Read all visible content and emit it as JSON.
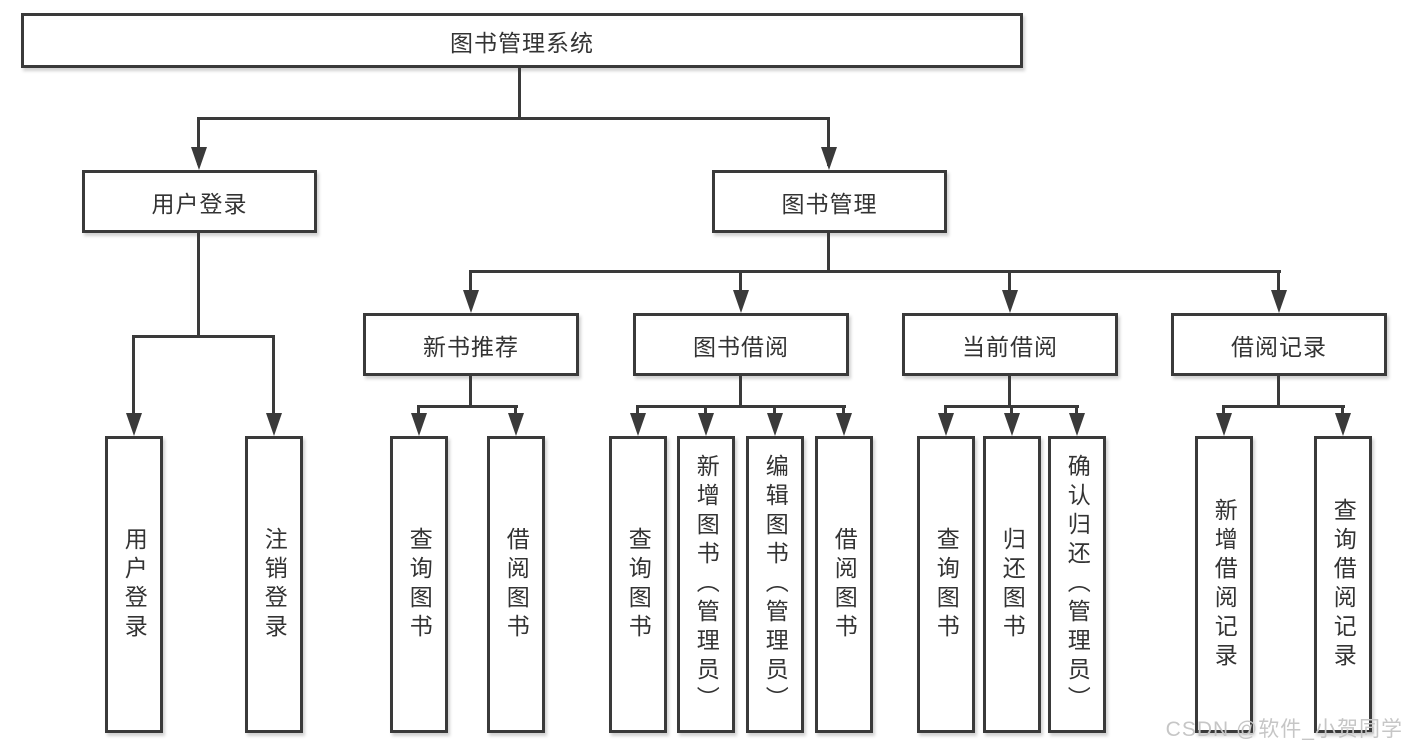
{
  "diagram_title": "图书管理系统",
  "nodes": {
    "root": "图书管理系统",
    "userLogin": "用户登录",
    "bookMgmt": "图书管理",
    "newBookRec": "新书推荐",
    "bookBorrow": "图书借阅",
    "currentBorrow": "当前借阅",
    "borrowRecord": "借阅记录",
    "leafUserLogin": "用户登录",
    "leafLogout": "注销登录",
    "leafQueryBooksRec": "查询图书",
    "leafBorrowBooksRec": "借阅图书",
    "leafQueryBooksBorrow": "查询图书",
    "leafAddBooksAdmin": "新增图书（管理员）",
    "leafEditBooksAdmin": "编辑图书（管理员）",
    "leafBorrowBooks": "借阅图书",
    "leafQueryBooksCur": "查询图书",
    "leafReturnBooks": "归还图书",
    "leafConfirmReturnAdmin": "确认归还（管理员）",
    "leafAddBorrowRecord": "新增借阅记录",
    "leafQueryBorrowRecord": "查询借阅记录"
  },
  "watermark": "CSDN @软件_小贺同学",
  "colors": {
    "line": "#3a3a3a",
    "text": "#333333",
    "watermark": "#c6c6c6",
    "background": "#ffffff"
  }
}
